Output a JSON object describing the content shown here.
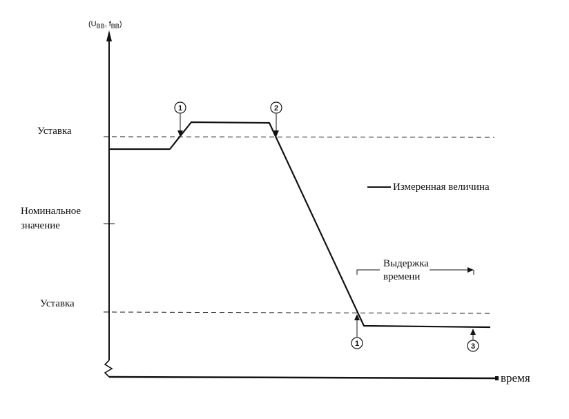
{
  "y_axis": {
    "label_main": "(U",
    "label_sub1": "BB",
    "label_sep": ", f",
    "label_sub2": "BB",
    "label_close": ")"
  },
  "x_axis": {
    "label": "время"
  },
  "levels": {
    "upper_setpoint": "Уставка",
    "nominal_line1": "Номинальное",
    "nominal_line2": "значение",
    "lower_setpoint": "Уставка"
  },
  "legend": {
    "measured": "Измеренная величина"
  },
  "delay": {
    "line1": "Выдержка",
    "line2": "времени"
  },
  "markers": {
    "m1_top": "1",
    "m2": "2",
    "m1_bottom": "1",
    "m3": "3"
  },
  "colors": {
    "ink": "#111111",
    "background": "#ffffff"
  }
}
